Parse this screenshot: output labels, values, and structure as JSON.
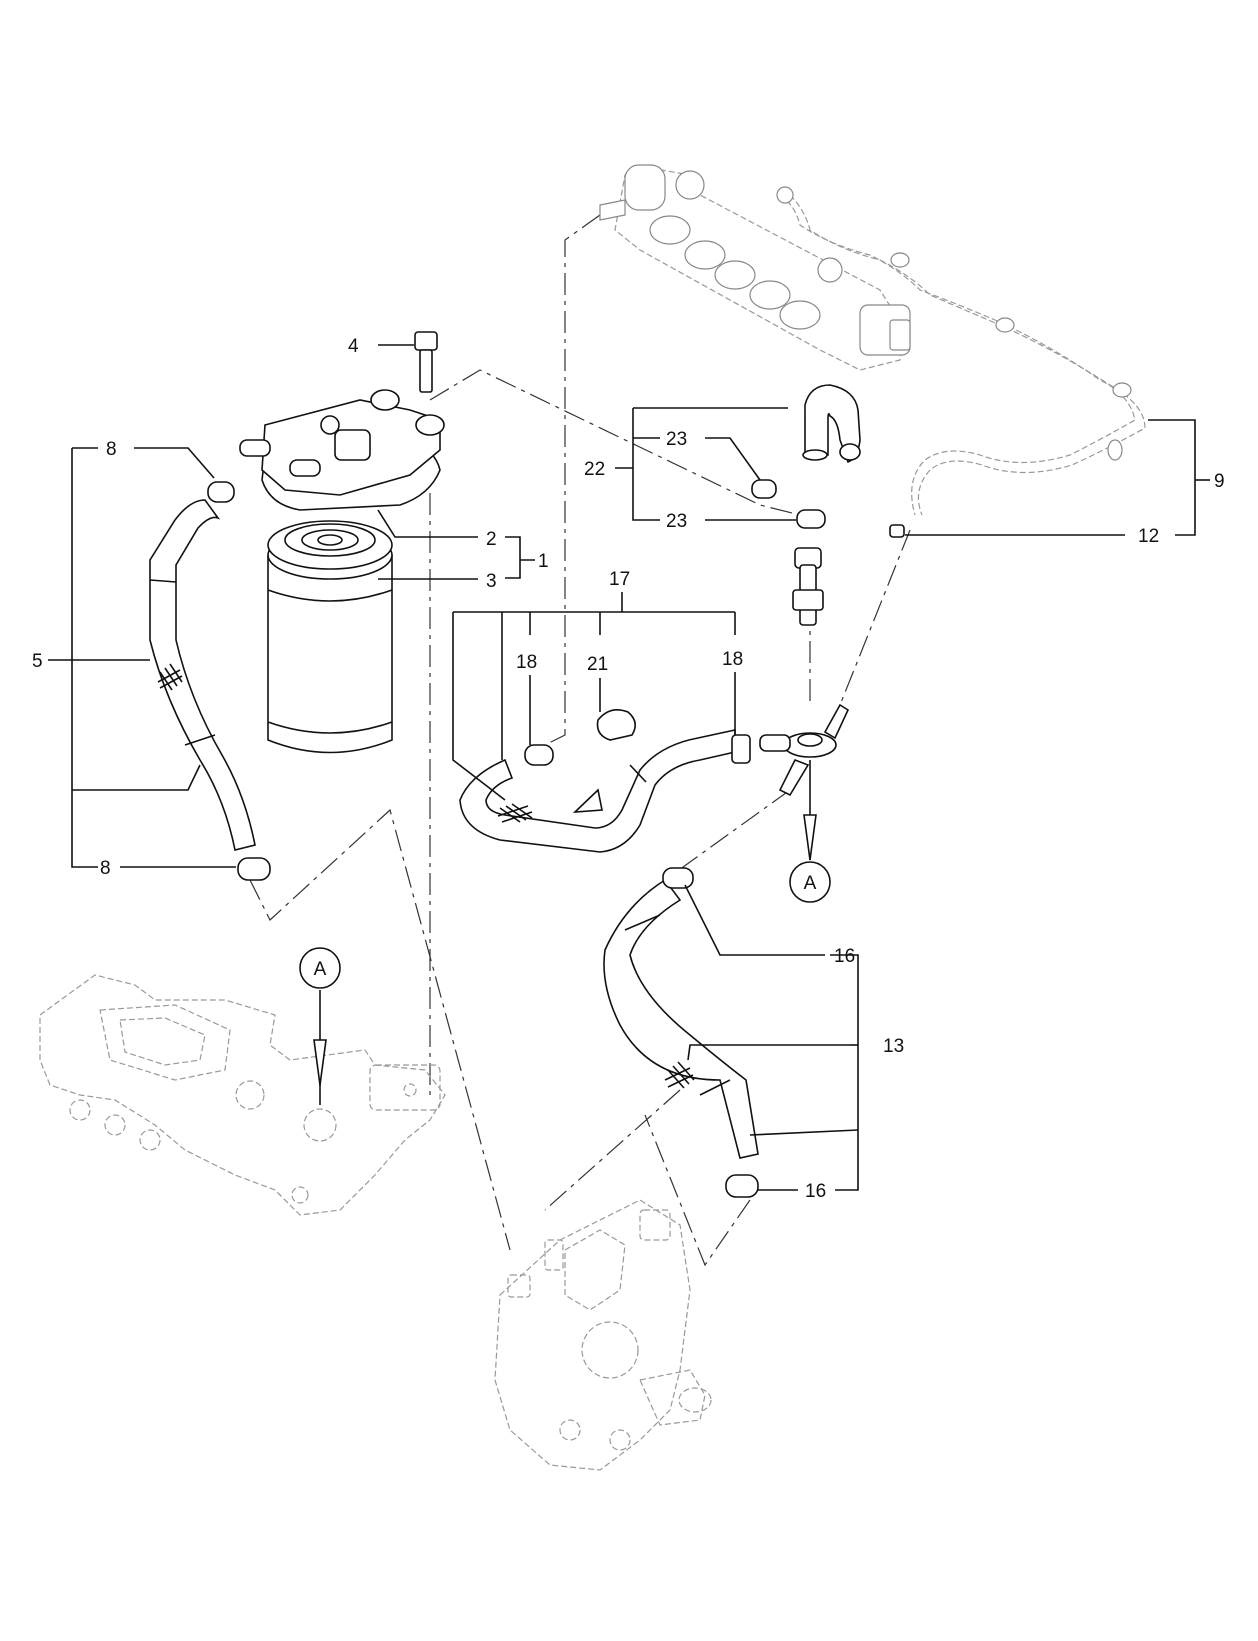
{
  "callouts": {
    "c1": "1",
    "c2": "2",
    "c3": "3",
    "c4": "4",
    "c5": "5",
    "c8a": "8",
    "c8b": "8",
    "c9": "9",
    "c12": "12",
    "c13": "13",
    "c16a": "16",
    "c16b": "16",
    "c17": "17",
    "c18a": "18",
    "c18b": "18",
    "c21": "21",
    "c22": "22",
    "c23a": "23",
    "c23b": "23"
  },
  "references": {
    "ref_a_top": "A",
    "ref_a_bottom": "A"
  }
}
